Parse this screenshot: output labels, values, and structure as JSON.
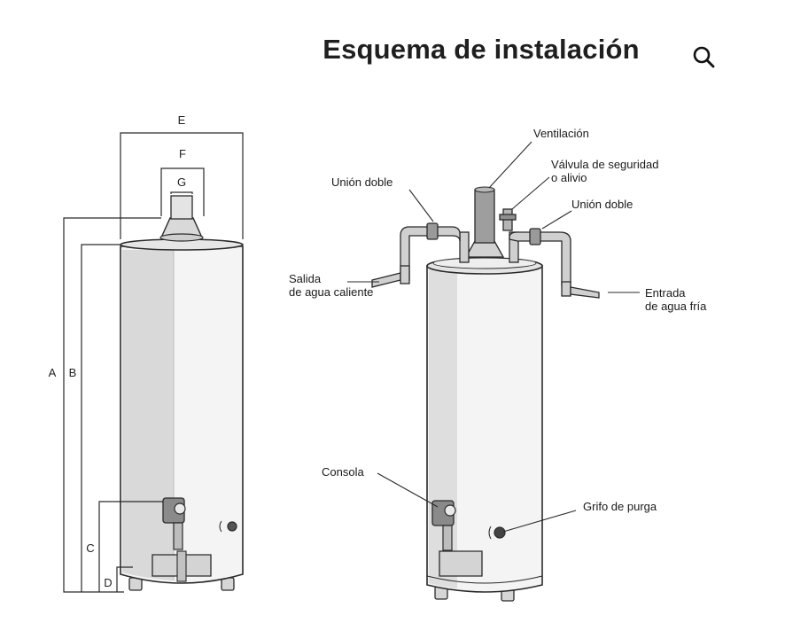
{
  "header": {
    "title": "Esquema de instalación",
    "search_icon": "search-icon"
  },
  "dimension_diagram": {
    "labels": {
      "A": "A",
      "B": "B",
      "C": "C",
      "D": "D",
      "E": "E",
      "F": "F",
      "G": "G"
    }
  },
  "installation_diagram": {
    "callouts": {
      "ventilacion": "Ventilación",
      "valvula_line1": "Válvula de seguridad",
      "valvula_line2": "o alivio",
      "union_doble_left": "Unión doble",
      "union_doble_right": "Unión doble",
      "salida_line1": "Salida",
      "salida_line2": "de agua caliente",
      "entrada_line1": "Entrada",
      "entrada_line2": "de agua fría",
      "consola": "Consola",
      "grifo": "Grifo de purga"
    }
  },
  "colors": {
    "line": "#2a2a2a",
    "tank_fill": "#f4f4f4",
    "tank_shade": "#d8d8d8",
    "pipe_fill": "#cfcfcf"
  }
}
